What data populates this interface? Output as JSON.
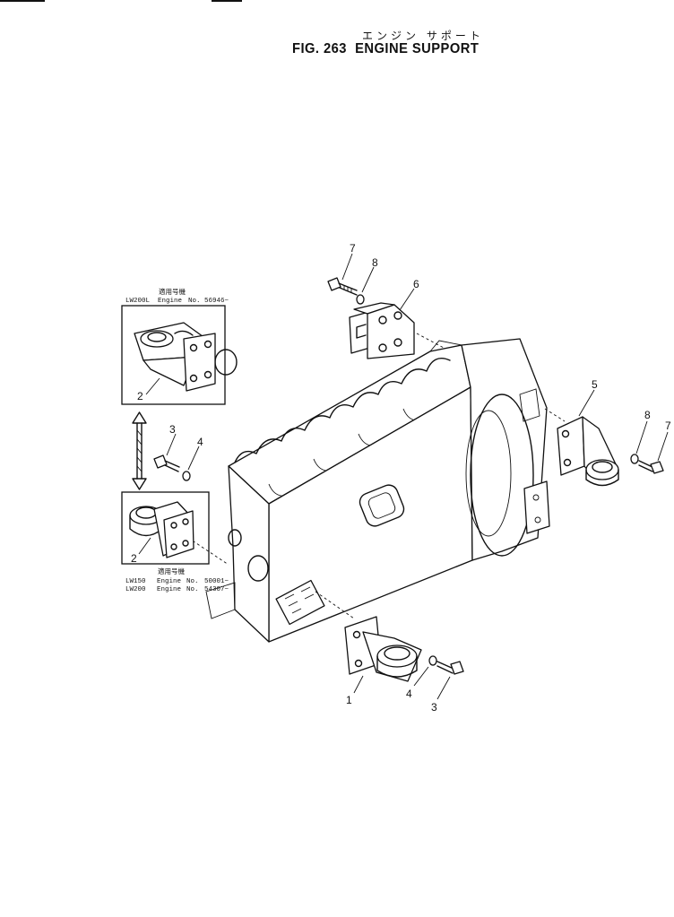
{
  "figure": {
    "title_jp": "エンジン サポート",
    "fig_number": "FIG. 263",
    "title_en": "ENGINE SUPPORT"
  },
  "insets": {
    "upper": {
      "jp_label": "適用号機",
      "model": "LW200L",
      "engine_label": "Engine",
      "no_label": "No.",
      "serial": "56946~"
    },
    "lower": {
      "jp_label": "適用号機",
      "rows": [
        {
          "model": "LW150",
          "engine_label": "Engine",
          "no_label": "No.",
          "serial": "50001~"
        },
        {
          "model": "LW200",
          "engine_label": "Engine",
          "no_label": "No.",
          "serial": "54307~"
        }
      ]
    }
  },
  "callouts": {
    "c1": "1",
    "c2_upper": "2",
    "c2_lower": "2",
    "c3_left": "3",
    "c3_bottom": "3",
    "c4_left": "4",
    "c4_bottom": "4",
    "c5": "5",
    "c6": "6",
    "c7_top": "7",
    "c7_right": "7",
    "c8_top": "8",
    "c8_right": "8"
  }
}
